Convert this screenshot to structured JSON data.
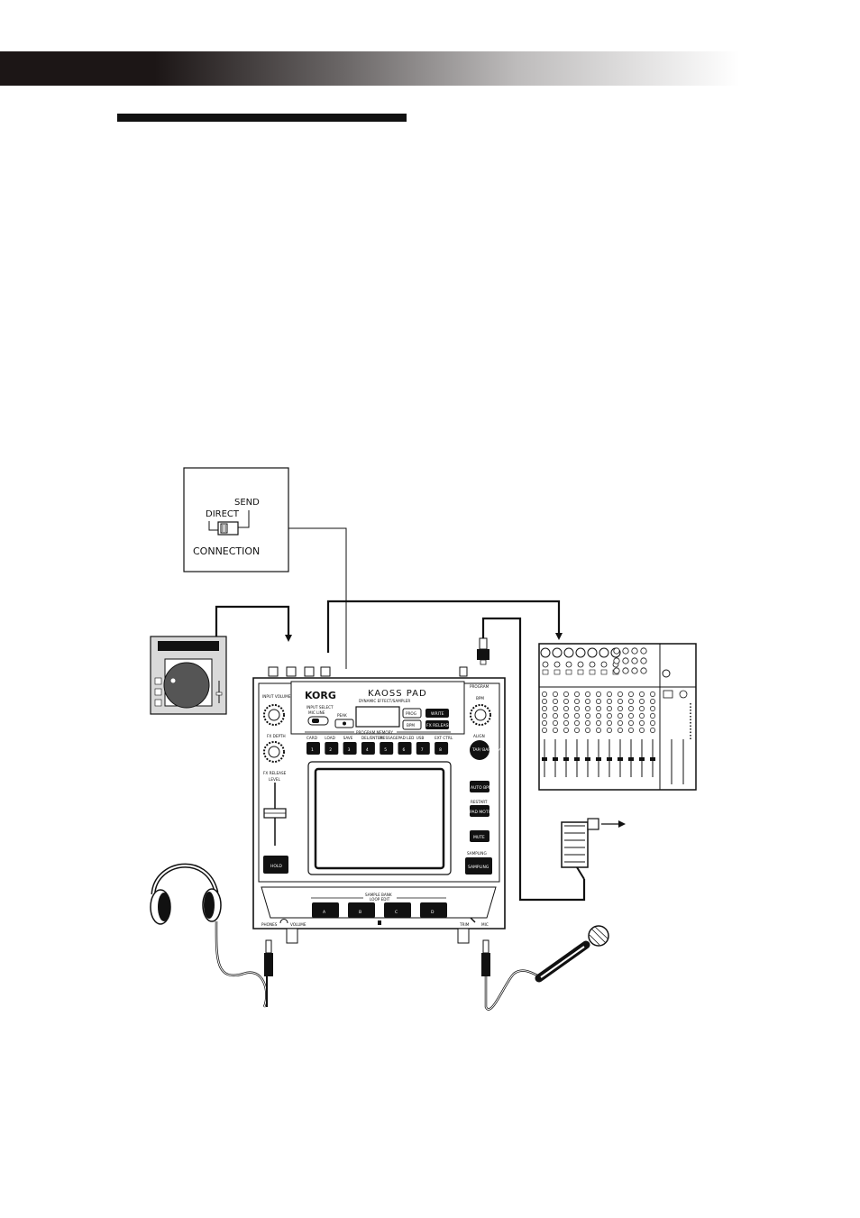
{
  "connection_switch": {
    "send_label": "SEND",
    "direct_label": "DIRECT",
    "title": "CONNECTION"
  },
  "kaoss_pad": {
    "brand": "KORG",
    "model": "KAOSS PAD",
    "subtitle": "DYNAMIC EFFECT/SAMPLER",
    "input_volume": "INPUT VOLUME",
    "fx_depth": "FX DEPTH",
    "fx_release": "FX RELEASE",
    "level": "LEVEL",
    "input_select_line1": "INPUT SELECT",
    "input_select_line2": "MIC   LINE",
    "peak": "PEAK",
    "prog": "PROG",
    "write": "WRITE",
    "bpm_button": "BPM",
    "fx_release_button": "FX RELEASE",
    "program_memory": "PROGRAM MEMORY",
    "card_labels": [
      "CARD",
      "LOAD",
      "SAVE",
      "DEL/ENTER",
      "MESSAGE",
      "PAD LED",
      "USB",
      "EXT CTRL"
    ],
    "program_buttons": [
      "1",
      "2",
      "3",
      "4",
      "5",
      "6",
      "7",
      "8"
    ],
    "program_bpm": "PROGRAM",
    "bpm": "BPM",
    "alignment": "ALIGN",
    "tap_bpm": "TAP/ BAR/BPM",
    "auto_bpm": "AUTO BPM",
    "restart": "RESTART",
    "pad_motion": "PAD MOTION",
    "mute": "MUTE",
    "sampling_top": "SAMPLING",
    "sampling": "SAMPLING",
    "hold": "HOLD",
    "sample_bank": "SAMPLE BANK",
    "loop_edit": "LOOP EDIT",
    "bank_buttons": [
      "A",
      "B",
      "C",
      "D"
    ],
    "phones": "PHONES",
    "volume": "VOLUME",
    "trim": "TRIM",
    "mic": "MIC"
  },
  "colors": {
    "ink": "#111111",
    "panel_gray": "#d9d9d9",
    "band_dark": "#1c1616"
  }
}
